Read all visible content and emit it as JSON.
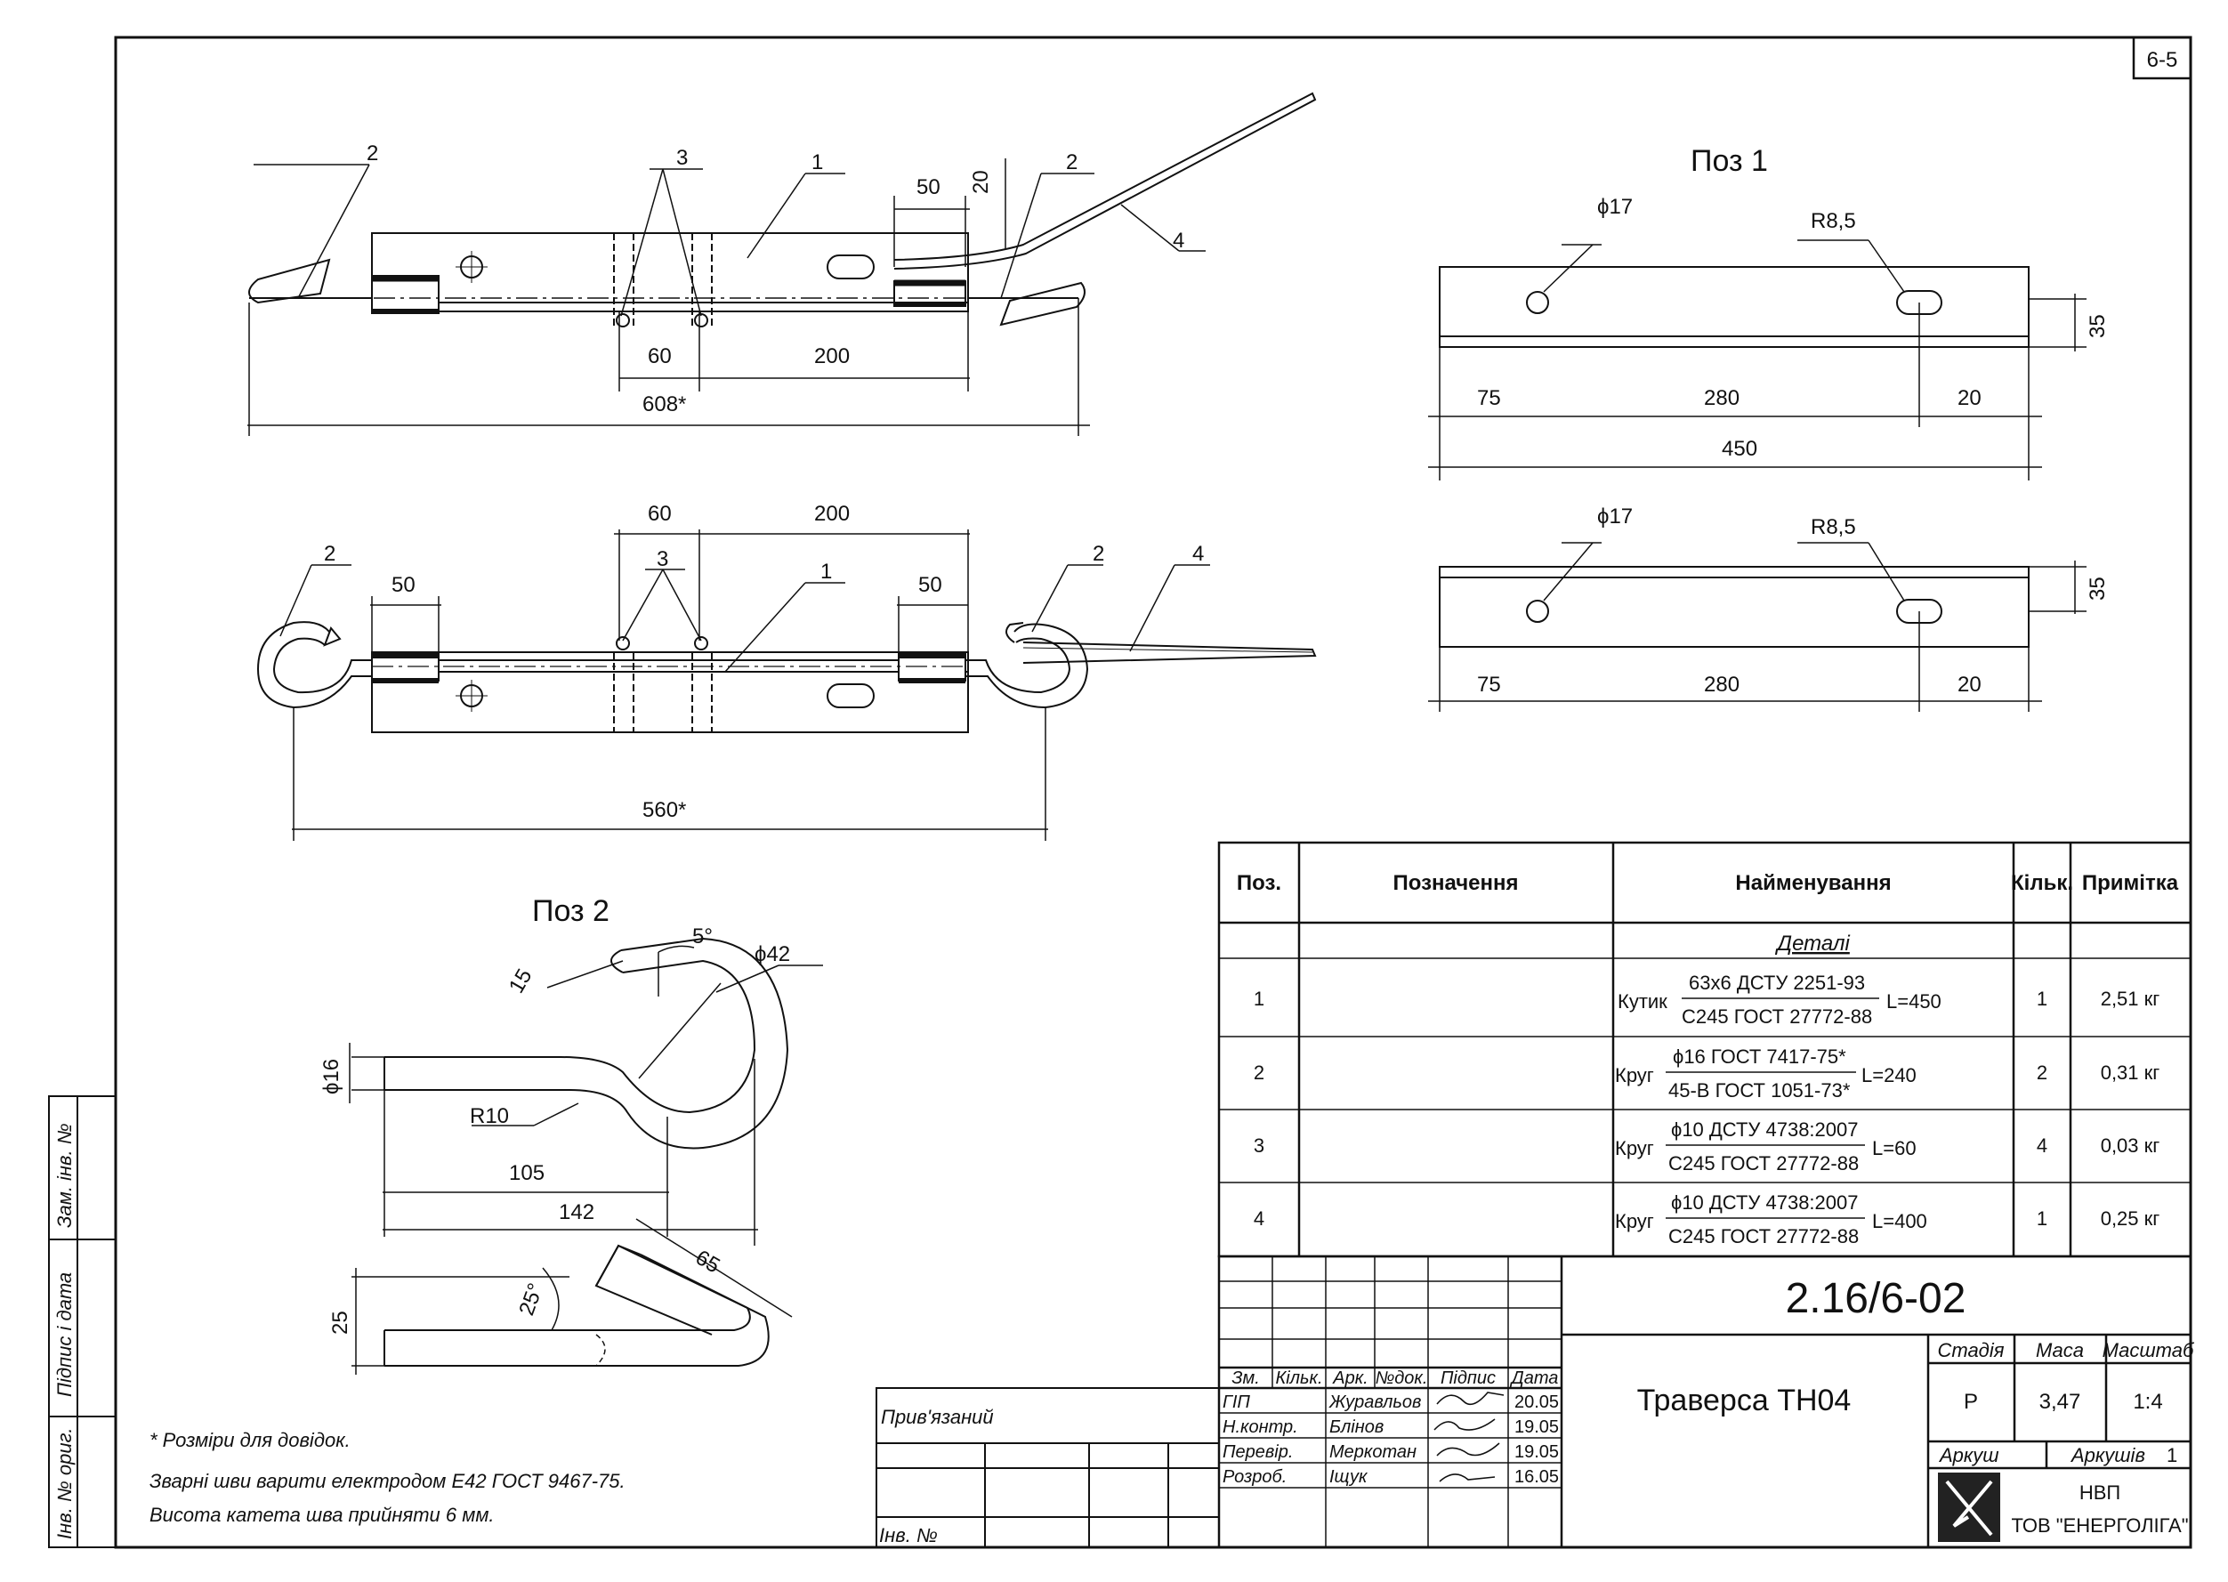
{
  "sheet_no": "6-5",
  "titles": {
    "poz1": "Поз 1",
    "poz2": "Поз 2"
  },
  "view_top": {
    "callouts": [
      "2",
      "3",
      "1",
      "2",
      "4"
    ],
    "dims": {
      "d50": "50",
      "d20": "20",
      "d60": "60",
      "d200": "200",
      "d608": "608*"
    }
  },
  "view_bottom": {
    "callouts": [
      "2",
      "3",
      "1",
      "2",
      "4"
    ],
    "dims": {
      "d60": "60",
      "d200": "200",
      "d50a": "50",
      "d50b": "50",
      "d560": "560*"
    }
  },
  "poz1_a": {
    "hole": "ϕ17",
    "slot": "R8,5",
    "d35": "35",
    "d75": "75",
    "d280": "280",
    "d20": "20",
    "d450": "450"
  },
  "poz1_b": {
    "hole": "ϕ17",
    "slot": "R8,5",
    "d35": "35",
    "d75": "75",
    "d280": "280",
    "d20": "20"
  },
  "poz2_a": {
    "ang5": "5°",
    "d42": "ϕ42",
    "d15": "15",
    "r10": "R10",
    "d16": "ϕ16",
    "d105": "105",
    "d142": "142"
  },
  "poz2_b": {
    "d25": "25",
    "ang25": "25°",
    "d65": "65"
  },
  "notes": [
    "* Розміри для довідок.",
    "Зварні шви варити електродом Е42 ГОСТ 9467-75.",
    "Висота катета шва прийняти 6 мм."
  ],
  "spec": {
    "headers": {
      "pos": "Поз.",
      "designation": "Позначення",
      "name": "Найменування",
      "qty": "Кільк.",
      "note": "Примітка"
    },
    "section": "Деталі",
    "rows": [
      {
        "pos": "1",
        "prefix": "Кутик",
        "top": "63х6 ДСТУ 2251-93",
        "bottom": "С245 ГОСТ 27772-88",
        "len": "L=450",
        "qty": "1",
        "note": "2,51 кг"
      },
      {
        "pos": "2",
        "prefix": "Круг",
        "top": "ϕ16 ГОСТ 7417-75*",
        "bottom": "45-В ГОСТ 1051-73*",
        "len": "L=240",
        "qty": "2",
        "note": "0,31 кг"
      },
      {
        "pos": "3",
        "prefix": "Круг",
        "top": "ϕ10 ДСТУ 4738:2007",
        "bottom": "С245 ГОСТ 27772-88",
        "len": "L=60",
        "qty": "4",
        "note": "0,03 кг"
      },
      {
        "pos": "4",
        "prefix": "Круг",
        "top": "ϕ10 ДСТУ 4738:2007",
        "bottom": "С245 ГОСТ 27772-88",
        "len": "L=400",
        "qty": "1",
        "note": "0,25 кг"
      }
    ]
  },
  "title_block": {
    "code": "2.16/6-02",
    "name": "Траверса ТН04",
    "stage_h": "Стадія",
    "mass_h": "Маса",
    "scale_h": "Масштаб",
    "stage": "Р",
    "mass": "3,47",
    "scale": "1:4",
    "sheet_h": "Аркуш",
    "sheets_h": "Аркушів",
    "sheets": "1",
    "org1": "НВП",
    "org2": "ТОВ \"ЕНЕРГОЛІГА\"",
    "cols": [
      "Зм.",
      "Кільк.",
      "Арк.",
      "№док.",
      "Підпис",
      "Дата"
    ],
    "people": [
      {
        "role": "ГІП",
        "name": "Журавльов",
        "date": "20.05"
      },
      {
        "role": "Н.контр.",
        "name": "Блінов",
        "date": "19.05"
      },
      {
        "role": "Перевір.",
        "name": "Меркотан",
        "date": "19.05"
      },
      {
        "role": "Розроб.",
        "name": "Іщук",
        "date": "16.05"
      }
    ]
  },
  "linked": {
    "label": "Прив'язаний",
    "inv": "Інв. №"
  },
  "side": [
    "Зам. інв. №",
    "Підпис і дата",
    "Інв. № ориг."
  ]
}
